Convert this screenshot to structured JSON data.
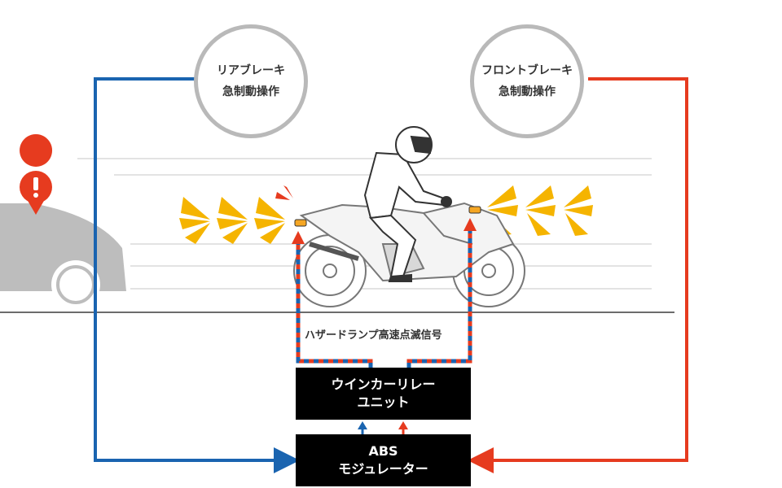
{
  "circles": {
    "rear": {
      "line1": "リアブレーキ",
      "line2": "急制動操作"
    },
    "front": {
      "line1": "フロントブレーキ",
      "line2": "急制動操作"
    }
  },
  "signal_label": "ハザードランプ高速点滅信号",
  "winker_unit": {
    "line1": "ウインカーリレー",
    "line2": "ユニット"
  },
  "abs_unit": {
    "line1": "ABS",
    "line2": "モジュレーター"
  },
  "colors": {
    "rear": "#1a64b0",
    "front": "#e63b1f",
    "hazard": "#f5b400",
    "warning": "#e63b1f",
    "circle_border": "#b9b9b9",
    "car": "#bdbdbd"
  },
  "icons": {
    "warning": "exclamation-icon"
  }
}
